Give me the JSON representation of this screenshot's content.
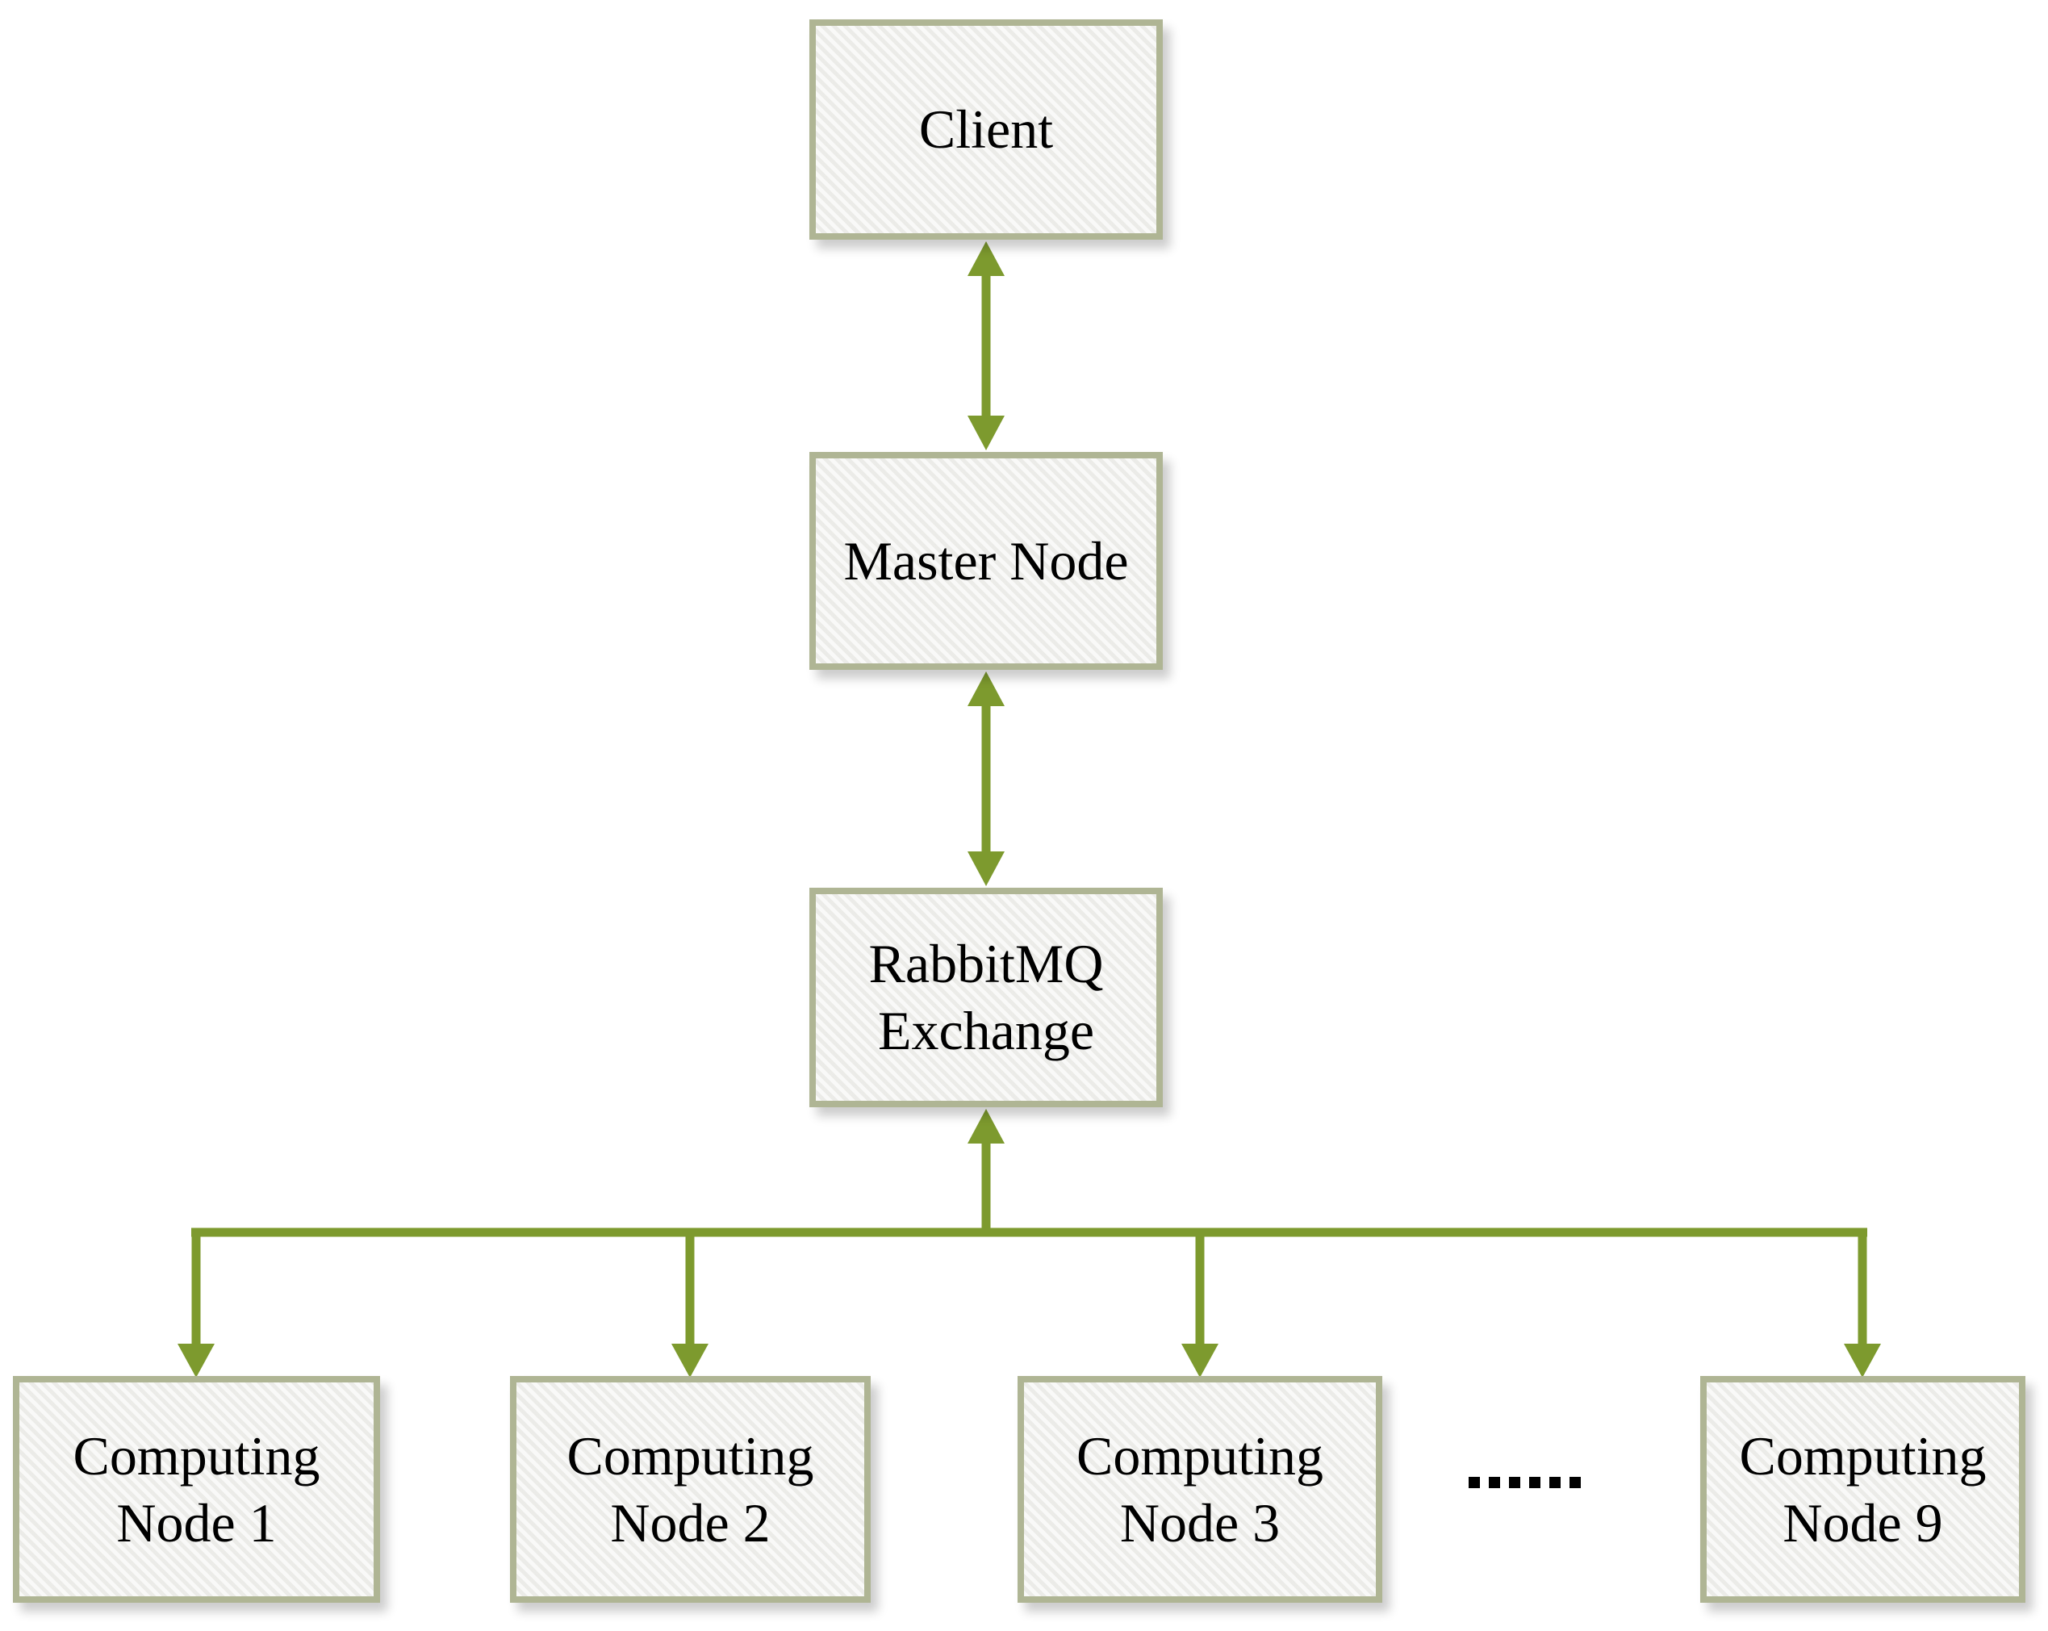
{
  "diagram": {
    "client": {
      "label": "Client"
    },
    "master": {
      "label": "Master Node"
    },
    "rabbitmq": {
      "label": "RabbitMQ Exchange"
    },
    "computing_nodes": [
      {
        "label": "Computing Node 1"
      },
      {
        "label": "Computing Node 2"
      },
      {
        "label": "Computing Node 3"
      },
      {
        "label": "Computing Node 9"
      }
    ],
    "ellipsis": "......"
  },
  "colors": {
    "arrow_green": "#7d9a2e",
    "box_border": "#afb594",
    "box_fill": "#f2f2f0",
    "text": "#000000",
    "background": "#ffffff"
  }
}
